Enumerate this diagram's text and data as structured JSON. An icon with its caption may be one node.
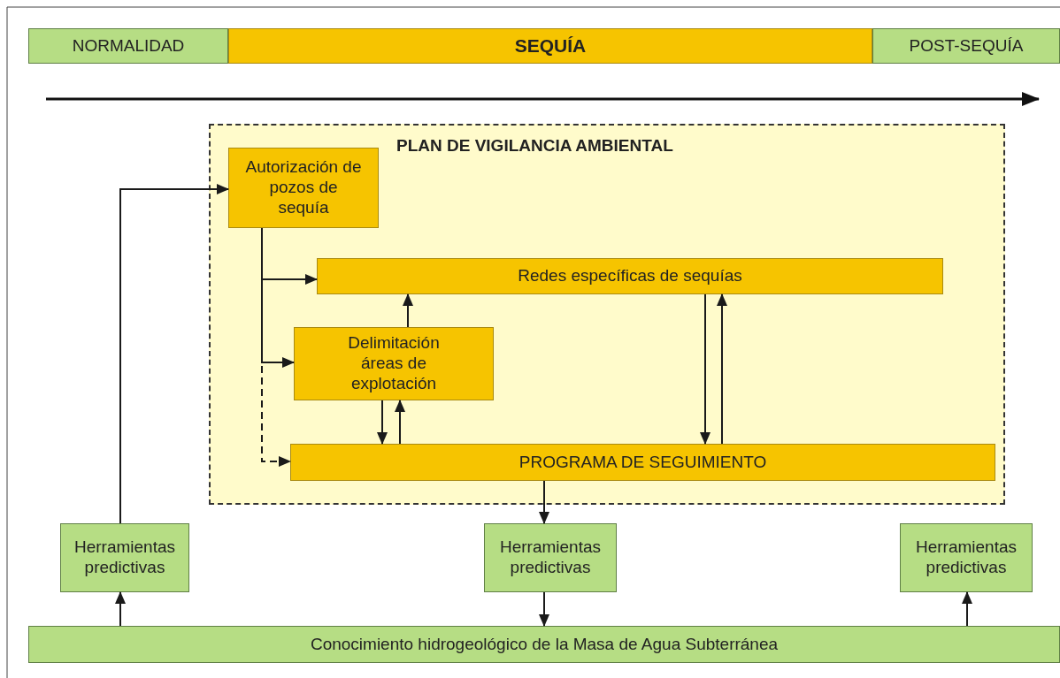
{
  "diagram": {
    "nodes": [
      {
        "text": [
          "NORMALIDAD"
        ]
      },
      {
        "text": [
          "SEQUÍA"
        ]
      },
      {
        "text": [
          "POST-SEQUÍA"
        ]
      },
      {
        "text": [
          "PLAN DE VIGILANCIA AMBIENTAL"
        ]
      },
      {
        "text": [
          "Autorización de pozos de sequía"
        ],
        "in": 3
      },
      {
        "text": [
          "Redes específicas de sequías"
        ],
        "in": 3
      },
      {
        "text": [
          "Delimitación áreas de explotación"
        ],
        "in": 3
      },
      {
        "text": [
          "PROGRAMA DE SEGUIMIENTO"
        ],
        "in": 3
      },
      {
        "text": [
          "Herramientas predictivas"
        ]
      },
      {
        "text": [
          "Herramientas predictivas"
        ]
      },
      {
        "text": [
          "Herramientas predictivas"
        ]
      },
      {
        "text": [
          "Conocimiento hidrogeológico de la Masa de Agua Subterránea"
        ]
      }
    ],
    "edges": [
      {
        "from": 8,
        "to": 4,
        "arrow": "to"
      },
      {
        "from": 4,
        "to": 5,
        "arrow": "to"
      },
      {
        "from": 4,
        "to": 6,
        "arrow": "to"
      },
      {
        "from": 4,
        "to": 7,
        "arrow": "to",
        "style": "dashed"
      },
      {
        "from": 6,
        "to": 7,
        "arrow": "to"
      },
      {
        "from": 7,
        "to": 6,
        "arrow": "to"
      },
      {
        "from": 6,
        "to": 5,
        "arrow": "to"
      },
      {
        "from": 5,
        "to": 7,
        "arrow": "to"
      },
      {
        "from": 7,
        "to": 5,
        "arrow": "to"
      },
      {
        "from": 7,
        "to": 9,
        "arrow": "to"
      },
      {
        "from": 9,
        "to": 11,
        "arrow": "to"
      },
      {
        "from": 11,
        "to": 8,
        "arrow": "to"
      },
      {
        "from": 11,
        "to": 10,
        "arrow": "to"
      }
    ]
  }
}
